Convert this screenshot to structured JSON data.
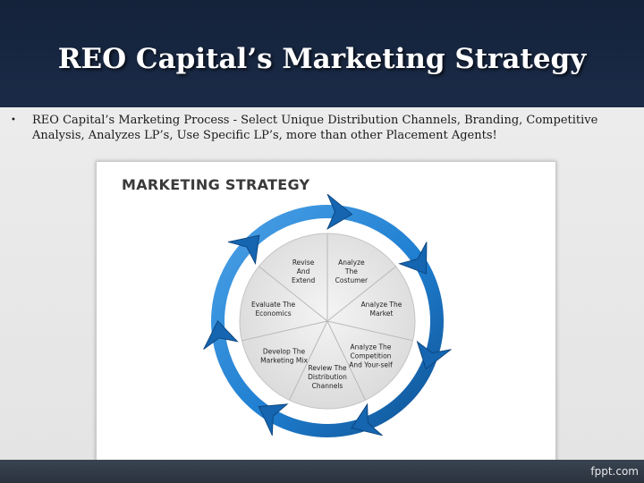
{
  "slide": {
    "title": "REO Capital’s Marketing Strategy",
    "bullet": "REO Capital’s Marketing Process - Select Unique Distribution Channels, Branding, Competitive Analysis, Analyzes LP’s, Use Specific LP’s, more than other Placement Agents!",
    "bullet_marker": "•"
  },
  "diagram": {
    "title": "MARKETING STRATEGY",
    "segments": [
      [
        "Analyze",
        "The",
        "Costumer"
      ],
      [
        "Analyze The",
        "Market"
      ],
      [
        "Analyze The",
        "Competition",
        "And Your-self"
      ],
      [
        "Review The",
        "Distribution",
        "Channels"
      ],
      [
        "Develop The",
        "Marketing Mix"
      ],
      [
        "Evaluate The",
        "Economics"
      ],
      [
        "Revise",
        "And",
        "Extend"
      ]
    ],
    "colors": {
      "ring": "#1f7fd1",
      "ring_dark": "#0e4f8f",
      "arrow": "#1565b0",
      "wheel_fill": "#e6e6e6",
      "divider": "#b8b8b8"
    }
  },
  "footer": {
    "watermark": "fppt.com"
  }
}
